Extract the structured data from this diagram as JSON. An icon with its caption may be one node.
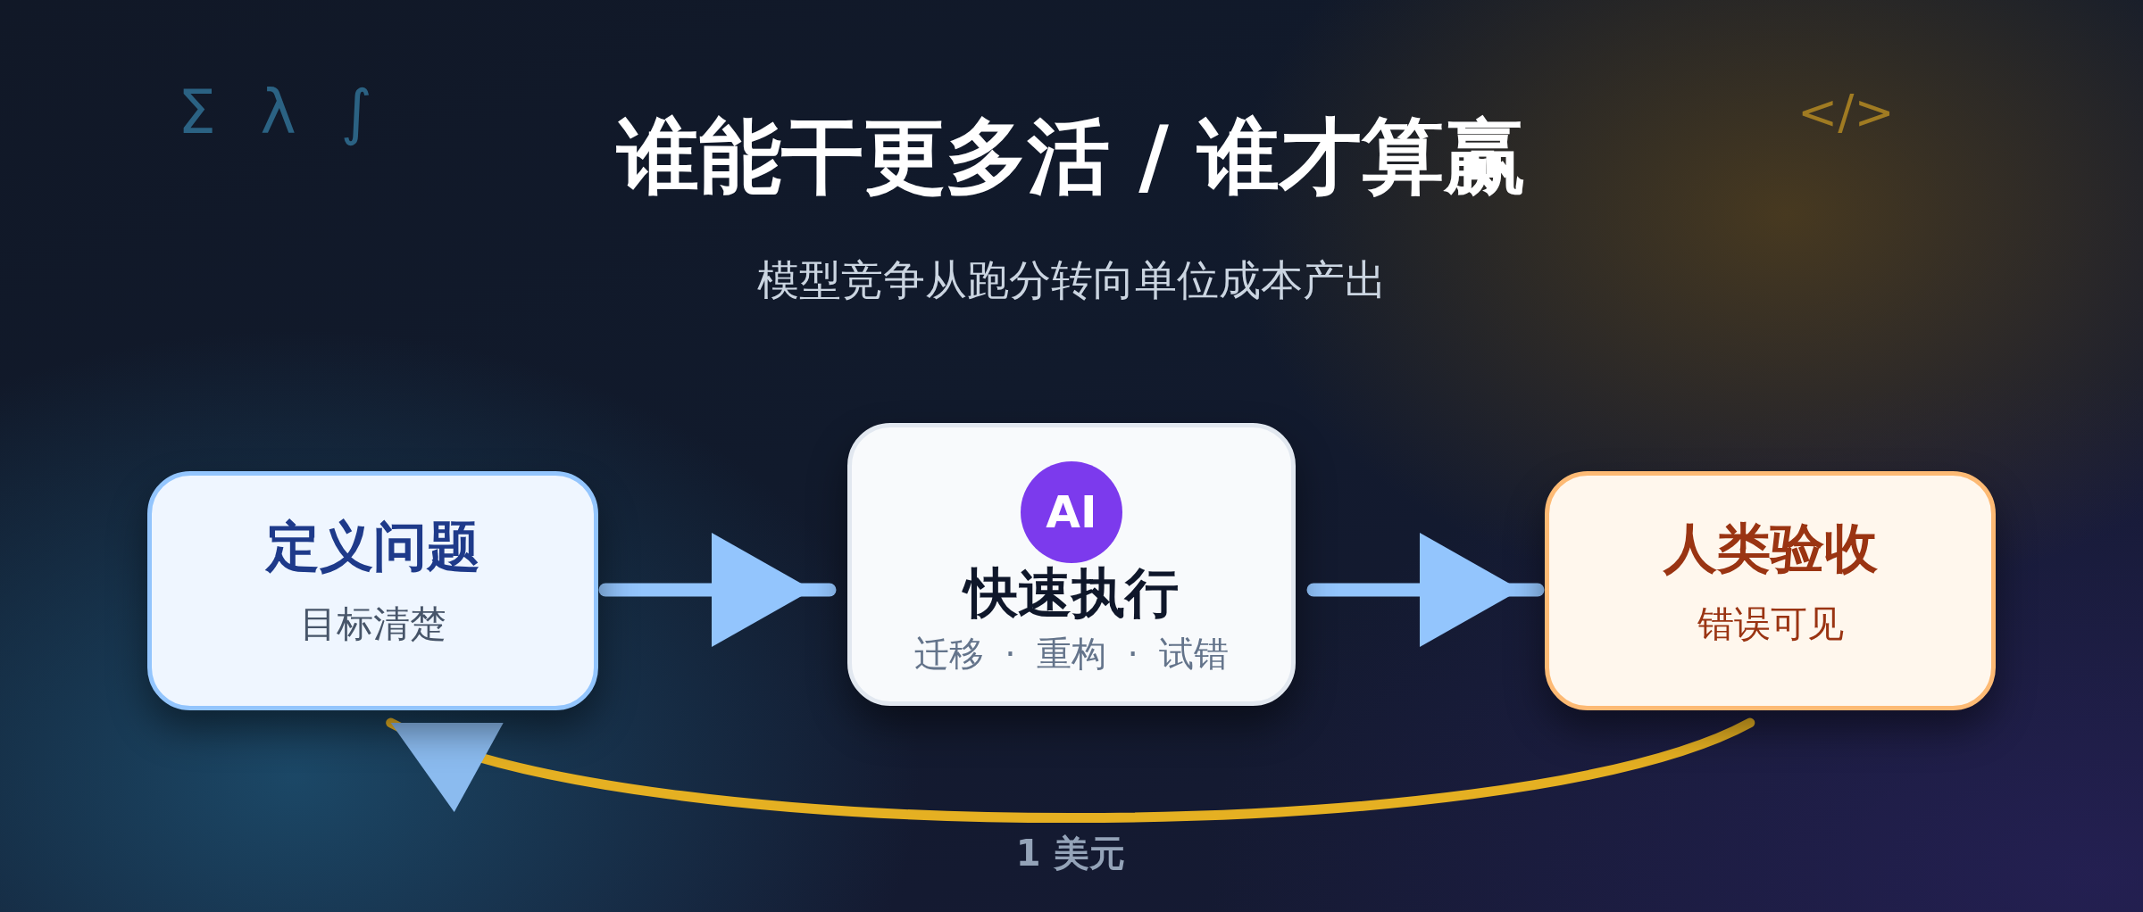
{
  "diagram": {
    "title": "谁能干更多活 / 谁才算赢",
    "nodes": [
      {
        "text": [
          "定义问题",
          "目标清楚"
        ]
      },
      {
        "text": [
          "快速执行",
          "迁移 · 重构 · 试错"
        ]
      },
      {
        "text": [
          "AI"
        ],
        "in": 1
      },
      {
        "text": [
          "人类验收",
          "错误可见"
        ]
      }
    ],
    "edges": [
      {
        "from": 0,
        "to": 1,
        "arrow": "to"
      },
      {
        "from": 1,
        "to": 3,
        "arrow": "to"
      },
      {
        "from": 3,
        "to": 0,
        "arrow": "to",
        "label": "1 美元",
        "color": "#e5b022"
      }
    ],
    "labels": [
      "Σ λ ∫",
      "</>",
      "模型竞争从跑分转向单位成本产出"
    ]
  }
}
